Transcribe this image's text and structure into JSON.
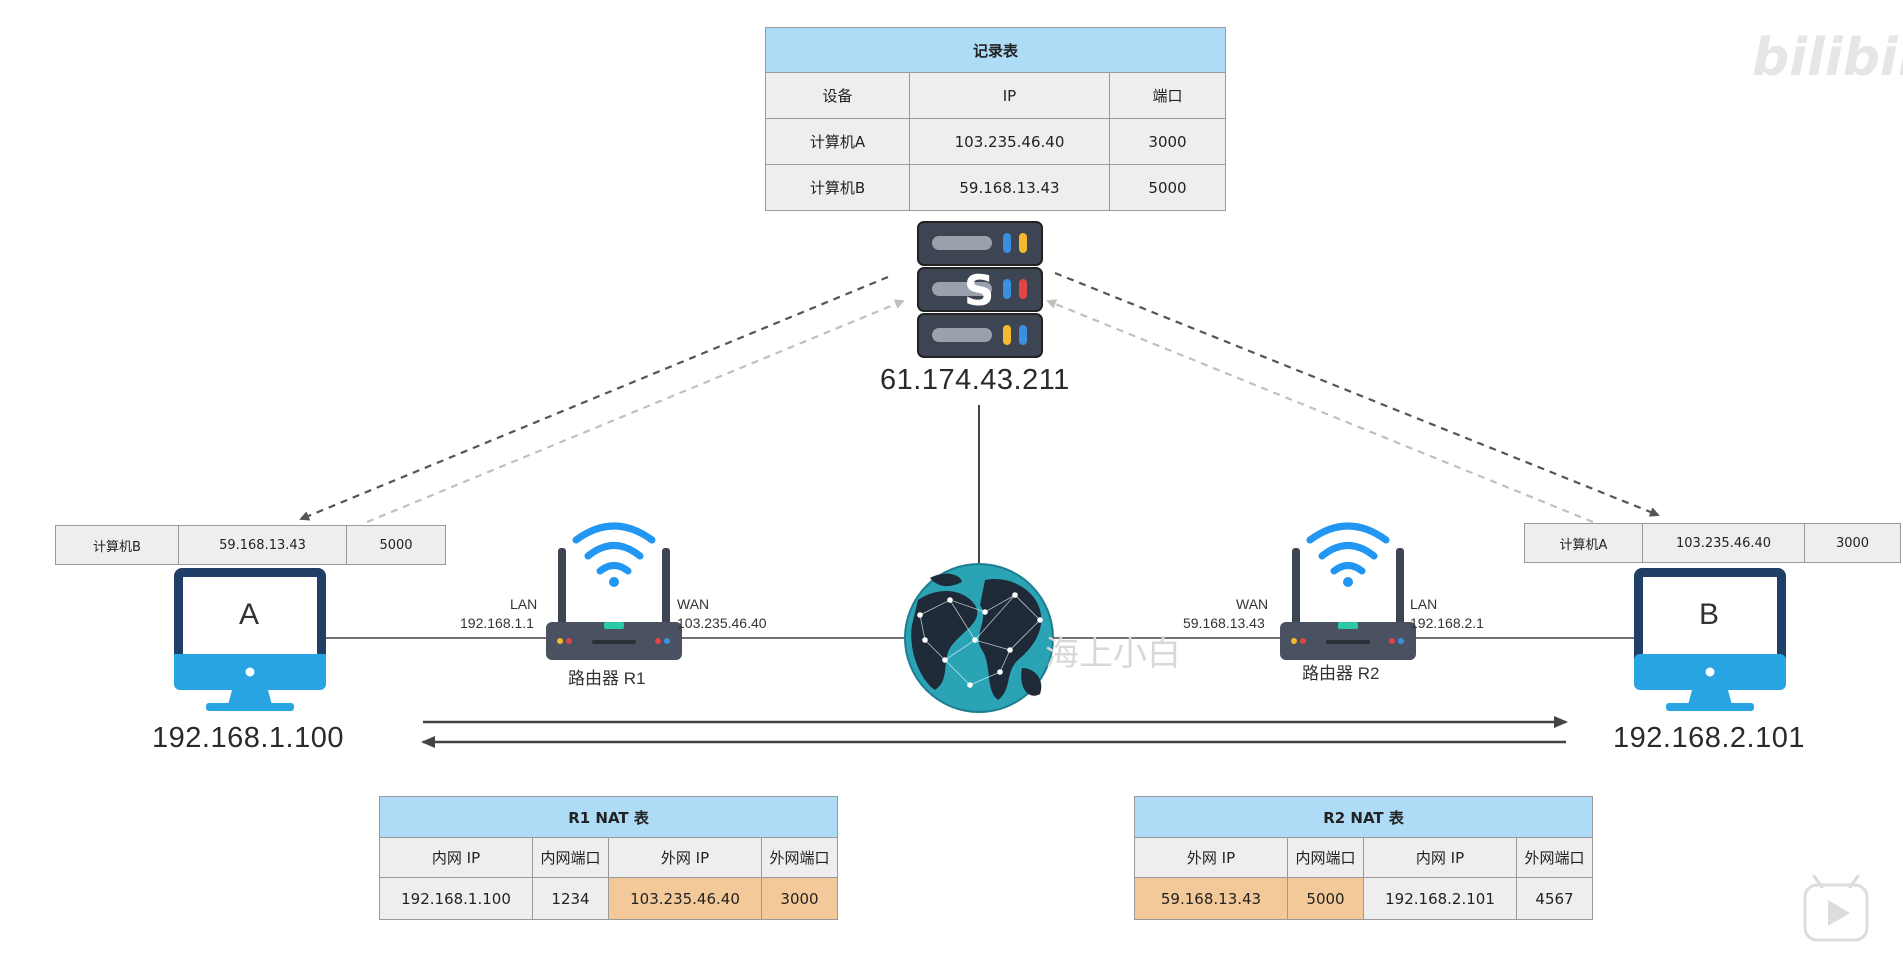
{
  "record_table": {
    "title": "记录表",
    "headers": [
      "设备",
      "IP",
      "端口"
    ],
    "rows": [
      [
        "计算机A",
        "103.235.46.40",
        "3000"
      ],
      [
        "计算机B",
        "59.168.13.43",
        "5000"
      ]
    ]
  },
  "server": {
    "letter": "S",
    "ip": "61.174.43.211"
  },
  "host_a": {
    "letter": "A",
    "ip": "192.168.1.100",
    "cache": [
      "计算机B",
      "59.168.13.43",
      "5000"
    ]
  },
  "host_b": {
    "letter": "B",
    "ip": "192.168.2.101",
    "cache": [
      "计算机A",
      "103.235.46.40",
      "3000"
    ]
  },
  "router_r1": {
    "name": "路由器 R1",
    "lan_label": "LAN",
    "lan_ip": "192.168.1.1",
    "wan_label": "WAN",
    "wan_ip": "103.235.46.40"
  },
  "router_r2": {
    "name": "路由器 R2",
    "lan_label": "LAN",
    "lan_ip": "192.168.2.1",
    "wan_label": "WAN",
    "wan_ip": "59.168.13.43"
  },
  "nat_r1": {
    "title": "R1 NAT 表",
    "headers": [
      "内网 IP",
      "内网端口",
      "外网 IP",
      "外网端口"
    ],
    "row": [
      "192.168.1.100",
      "1234",
      "103.235.46.40",
      "3000"
    ]
  },
  "nat_r2": {
    "title": "R2 NAT 表",
    "headers": [
      "外网 IP",
      "内网端口",
      "内网 IP",
      "外网端口"
    ],
    "row": [
      "59.168.13.43",
      "5000",
      "192.168.2.101",
      "4567"
    ]
  },
  "watermark": {
    "logo": "bilibili",
    "center": "海上小白"
  },
  "colors": {
    "table_header": "#aedcf7",
    "table_cell": "#eeeeee",
    "highlight": "#f4c99a",
    "monitor_dark": "#1f3f67",
    "monitor_blue": "#29a5e3",
    "router_body": "#4a5160",
    "wifi": "#2196f3",
    "globe_sea": "#2aa3b5",
    "globe_land": "#1e2a38"
  },
  "icons": [
    "server-icon",
    "globe-icon",
    "router-icon",
    "wifi-icon",
    "monitor-icon",
    "play-icon"
  ]
}
